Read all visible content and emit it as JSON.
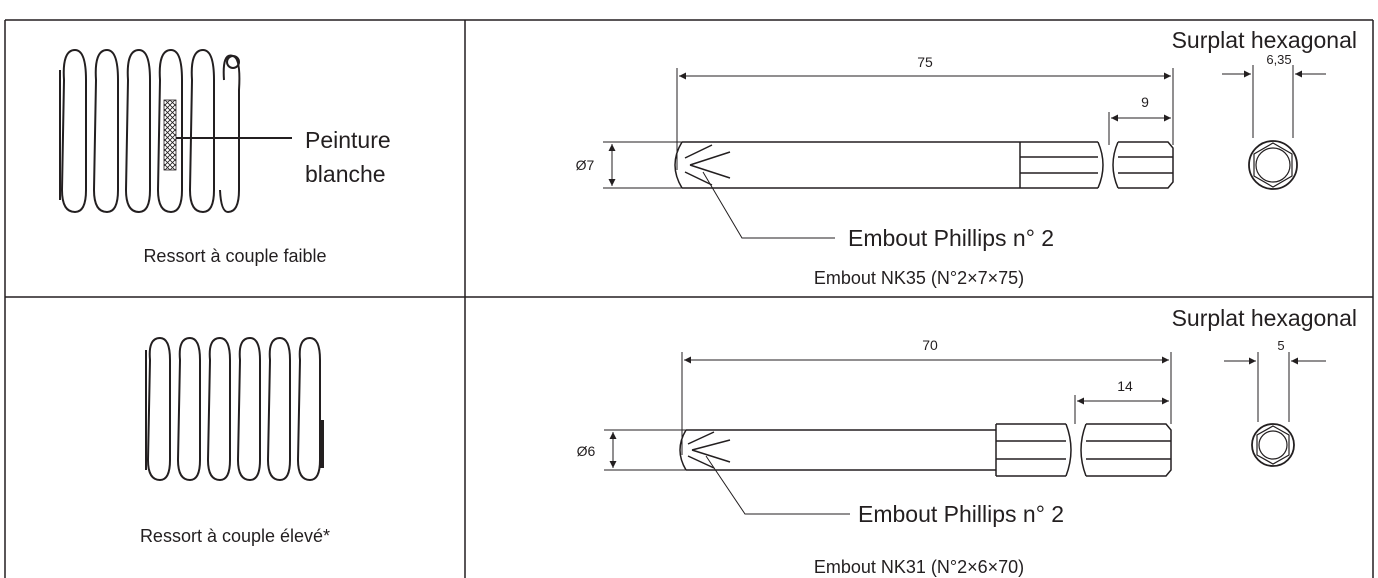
{
  "rows": [
    {
      "spring_caption": "Ressort à couple faible",
      "paint_label_line1": "Peinture",
      "paint_label_line2": "blanche",
      "hex_title": "Surplat hexagonal",
      "length_dim": "75",
      "hex_length_dim": "9",
      "diameter_dim": "Ø7",
      "hex_flat_dim": "6,35",
      "tip_label": "Embout Phillips n° 2",
      "bit_caption": "Embout NK35 (N°2×7×75)"
    },
    {
      "spring_caption": "Ressort à couple élevé*",
      "hex_title": "Surplat hexagonal",
      "length_dim": "70",
      "hex_length_dim": "14",
      "diameter_dim": "Ø6",
      "hex_flat_dim": "5",
      "tip_label": "Embout Phillips n° 2",
      "bit_caption": "Embout NK31 (N°2×6×70)"
    }
  ]
}
